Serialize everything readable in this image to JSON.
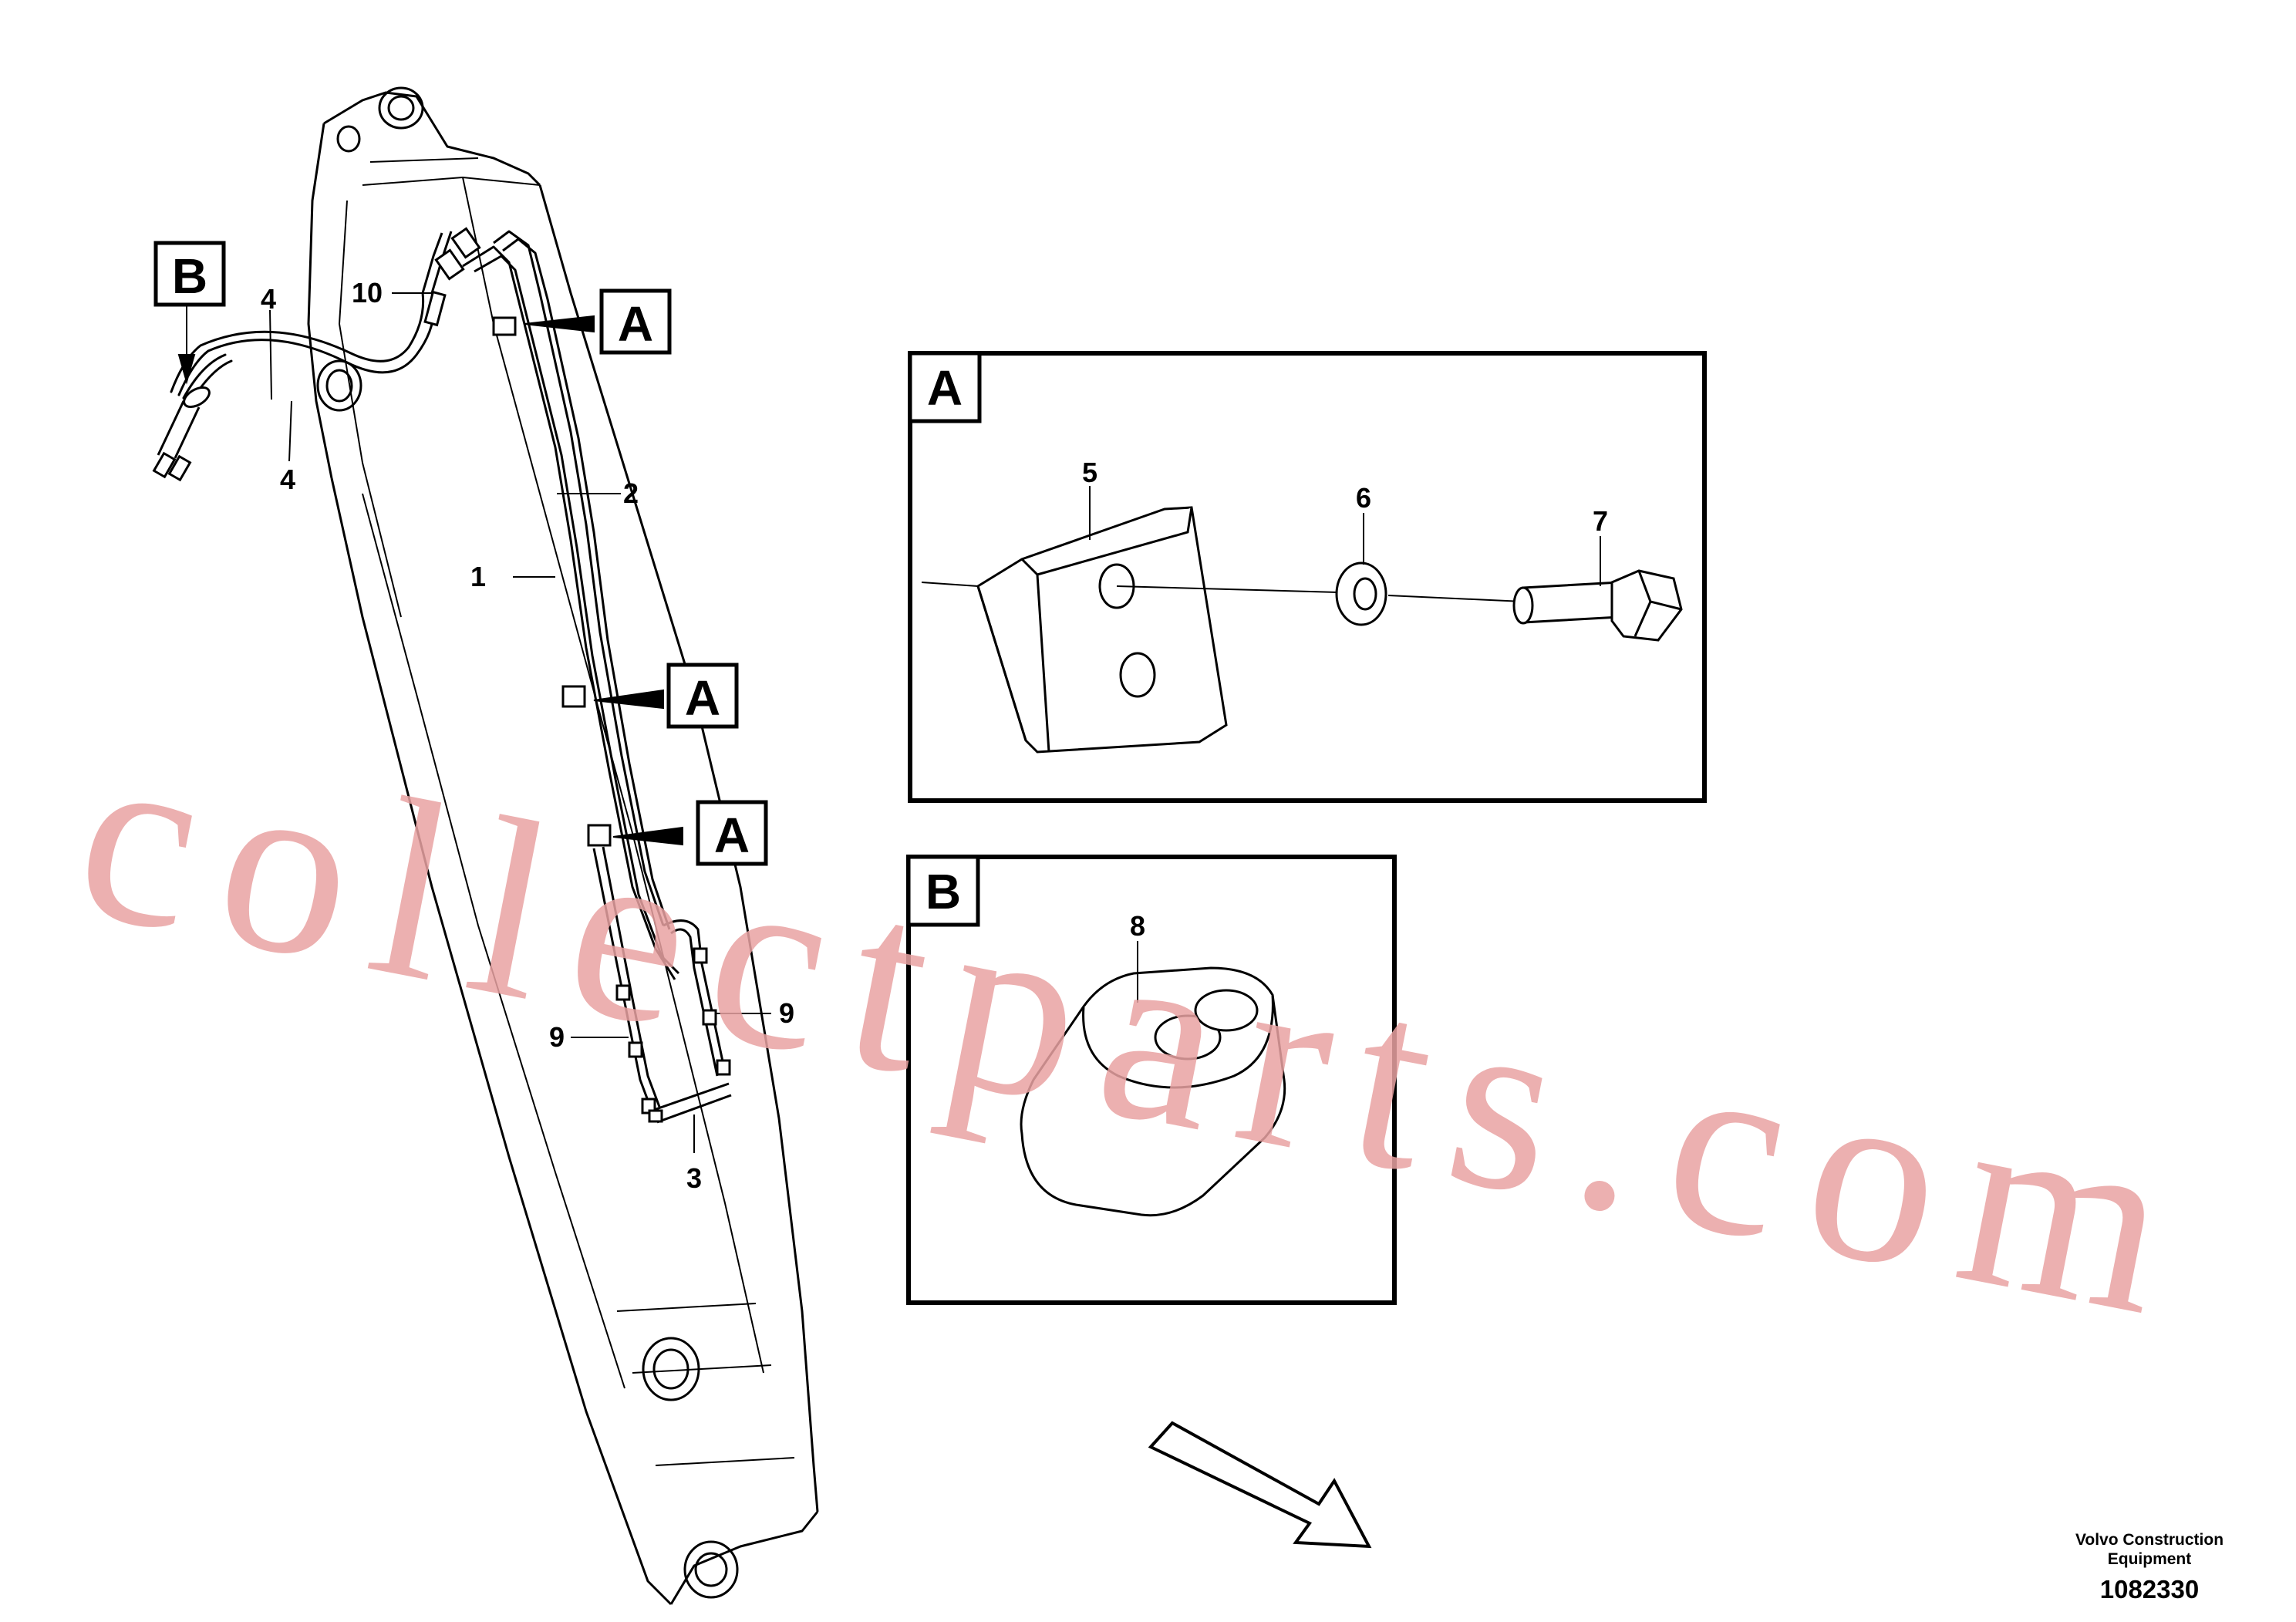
{
  "callouts": {
    "c1": "1",
    "c2": "2",
    "c3": "3",
    "c4a": "4",
    "c4b": "4",
    "c5": "5",
    "c6": "6",
    "c7": "7",
    "c8": "8",
    "c9a": "9",
    "c9b": "9",
    "c10": "10"
  },
  "view_refs": {
    "a1": "A",
    "a2": "A",
    "a3": "A",
    "b1": "B"
  },
  "detail_views": {
    "a_label": "A",
    "b_label": "B"
  },
  "caption": {
    "line1": "Volvo Construction",
    "line2": "Equipment",
    "doc_number": "1082330"
  },
  "watermark": "collectparts.com",
  "colors": {
    "line": "#000000",
    "watermark": "#e9a3a3",
    "background": "#ffffff"
  }
}
